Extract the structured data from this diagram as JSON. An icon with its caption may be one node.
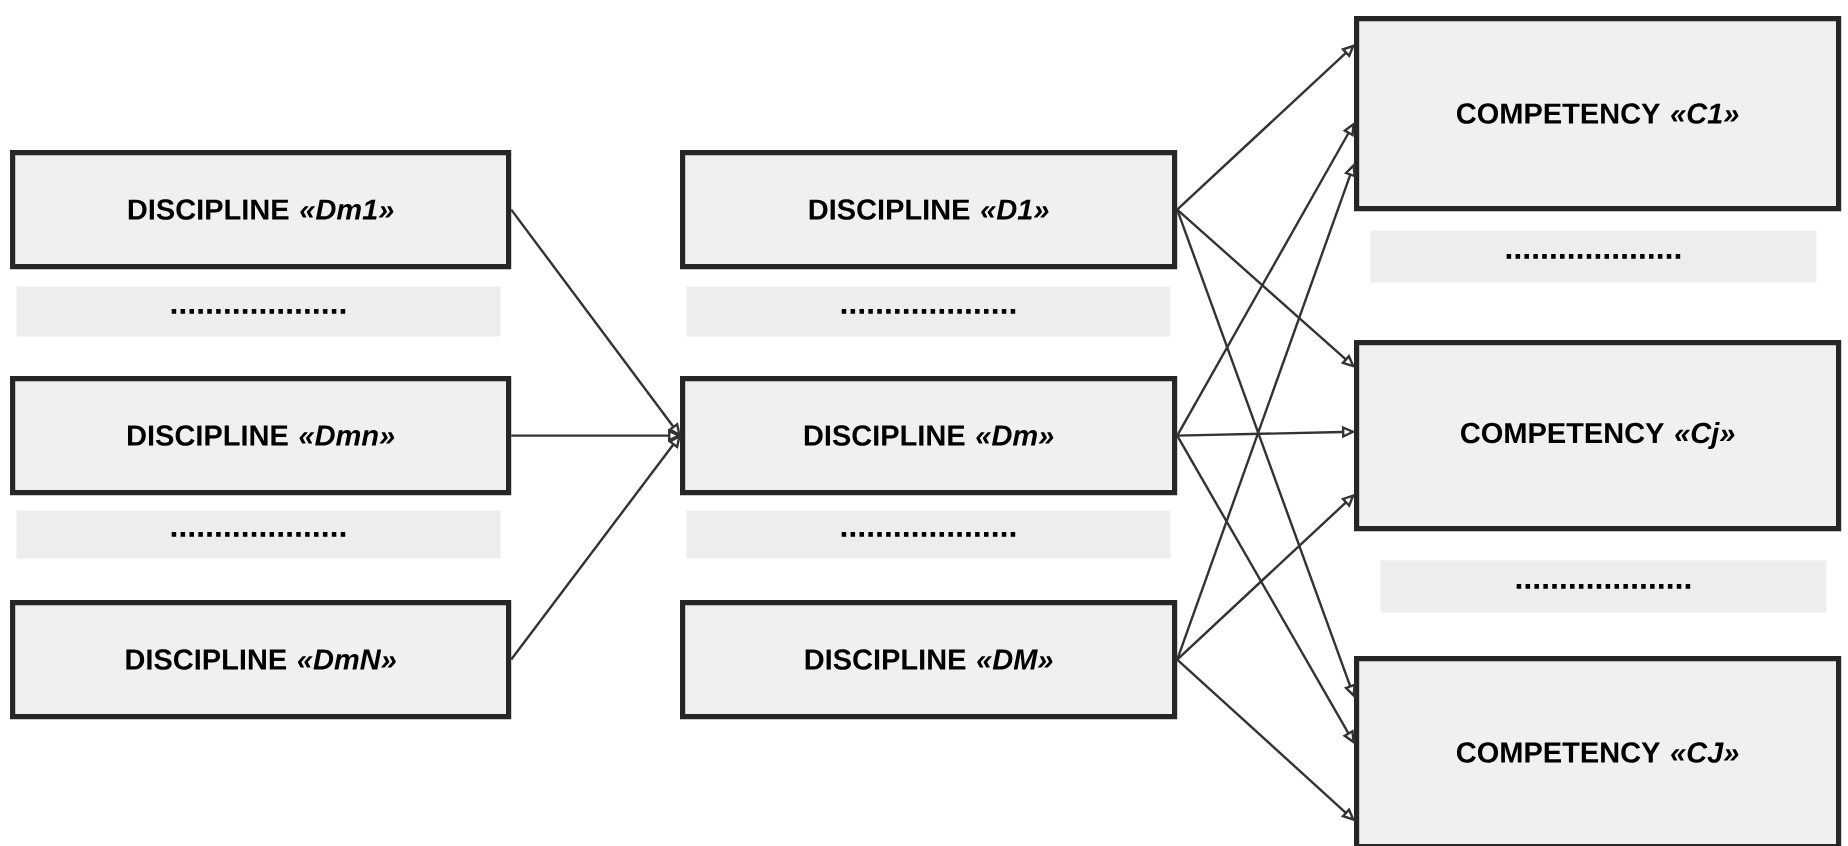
{
  "diagram": {
    "nodes": [
      {
        "text": [
          "DISCIPLINE *«Dm1»*"
        ]
      },
      {
        "text": [
          "...................."
        ]
      },
      {
        "text": [
          "DISCIPLINE *«Dmn»*"
        ]
      },
      {
        "text": [
          "...................."
        ]
      },
      {
        "text": [
          "DISCIPLINE *«DmN»*"
        ]
      },
      {
        "text": [
          "DISCIPLINE *«D1»*"
        ]
      },
      {
        "text": [
          "...................."
        ]
      },
      {
        "text": [
          "DISCIPLINE *«Dm»*"
        ]
      },
      {
        "text": [
          "...................."
        ]
      },
      {
        "text": [
          "DISCIPLINE *«DM»*"
        ]
      },
      {
        "text": [
          "COMPETENCY *«C1»*"
        ]
      },
      {
        "text": [
          "...................."
        ]
      },
      {
        "text": [
          "COMPETENCY *«Cj»*"
        ]
      },
      {
        "text": [
          "...................."
        ]
      },
      {
        "text": [
          "COMPETENCY *«CJ»*"
        ]
      }
    ],
    "edges": [
      {
        "from": 0,
        "to": 7,
        "arrow": "to"
      },
      {
        "from": 2,
        "to": 7,
        "arrow": "to"
      },
      {
        "from": 4,
        "to": 7,
        "arrow": "to"
      },
      {
        "from": 5,
        "to": 10,
        "arrow": "to"
      },
      {
        "from": 5,
        "to": 12,
        "arrow": "to"
      },
      {
        "from": 5,
        "to": 14,
        "arrow": "to"
      },
      {
        "from": 7,
        "to": 10,
        "arrow": "to"
      },
      {
        "from": 7,
        "to": 12,
        "arrow": "to"
      },
      {
        "from": 7,
        "to": 14,
        "arrow": "to"
      },
      {
        "from": 9,
        "to": 10,
        "arrow": "to"
      },
      {
        "from": 9,
        "to": 12,
        "arrow": "to"
      },
      {
        "from": 9,
        "to": 14,
        "arrow": "to"
      }
    ]
  }
}
